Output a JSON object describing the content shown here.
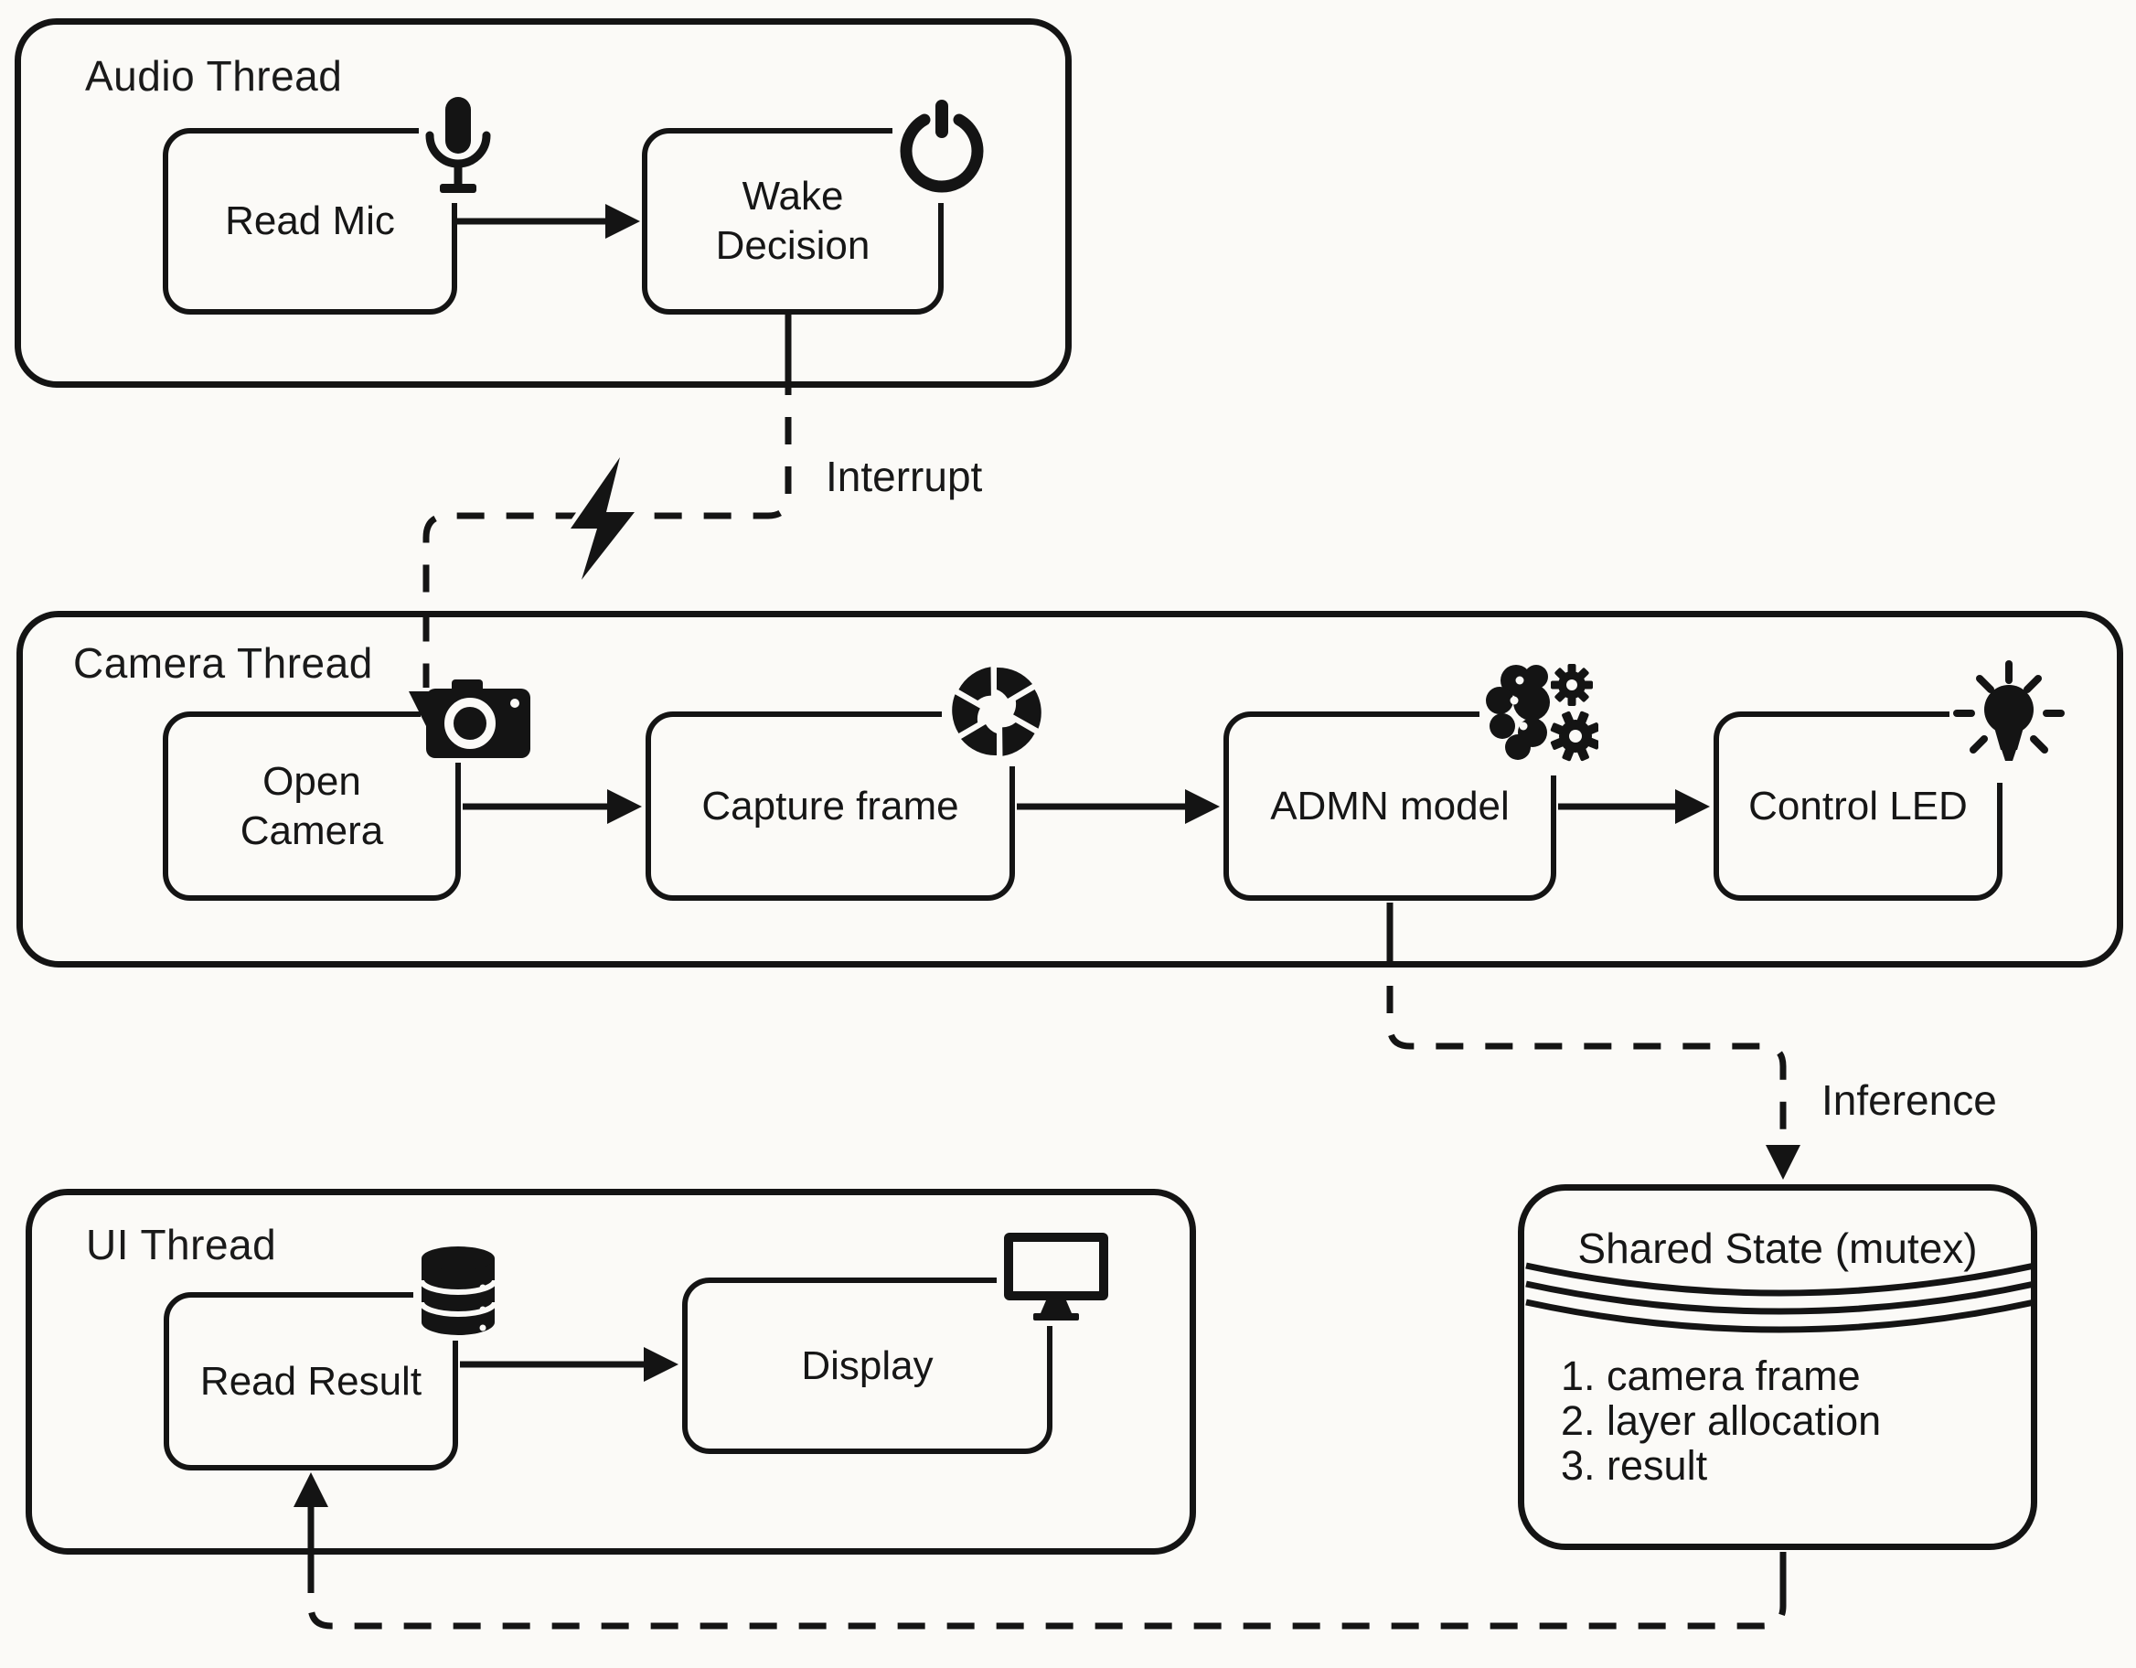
{
  "diagram": {
    "background_color": "#fbfaf7",
    "ink_color": "#141414"
  },
  "audio_thread": {
    "title": "Audio Thread",
    "nodes": {
      "read_mic": {
        "label": "Read Mic",
        "icon": "microphone-icon"
      },
      "wake_decision": {
        "label": "Wake\nDecision",
        "icon": "power-icon"
      }
    }
  },
  "camera_thread": {
    "title": "Camera Thread",
    "nodes": {
      "open_camera": {
        "label": "Open\nCamera",
        "icon": "camera-icon"
      },
      "capture_frame": {
        "label": "Capture frame",
        "icon": "aperture-icon"
      },
      "admn_model": {
        "label": "ADMN model",
        "icon": "brain-gears-icon"
      },
      "control_led": {
        "label": "Control LED",
        "icon": "lightbulb-icon"
      }
    }
  },
  "ui_thread": {
    "title": "UI Thread",
    "nodes": {
      "read_result": {
        "label": "Read Result",
        "icon": "database-icon"
      },
      "display": {
        "label": "Display",
        "icon": "monitor-icon"
      }
    }
  },
  "shared_state": {
    "title": "Shared State (mutex)",
    "items": [
      "1. camera frame",
      "2. layer allocation",
      "3. result"
    ]
  },
  "edges": {
    "interrupt_label": "Interrupt",
    "inference_label": "Inference"
  }
}
